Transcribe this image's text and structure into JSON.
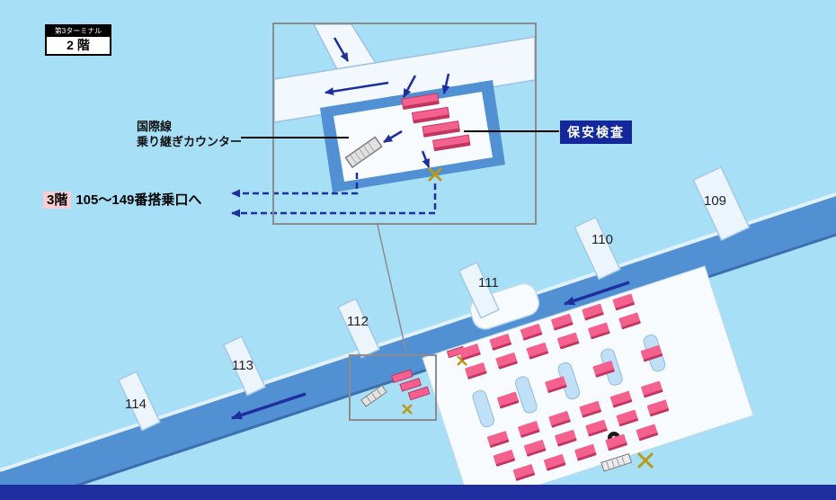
{
  "legend": {
    "terminal_label": "第3ターミナル",
    "floor_label": "2 階"
  },
  "inset": {
    "transfer_counter_label_line1": "国際線",
    "transfer_counter_label_line2": "乗り継ぎカウンター",
    "security_check_label": "保安検査"
  },
  "route_note": {
    "floor_badge": "3階",
    "text": "105〜149番搭乗口へ"
  },
  "gates": [
    {
      "label": "109"
    },
    {
      "label": "110"
    },
    {
      "label": "111"
    },
    {
      "label": "112"
    },
    {
      "label": "113"
    },
    {
      "label": "114"
    }
  ],
  "icons": {
    "escalator": "escalator-icon",
    "closed_gate_x": "closed-x-icon",
    "moving_walkway": "moving-walkway-icon",
    "telephone": "telephone-icon"
  },
  "colors": {
    "background": "#A7DFF7",
    "terminal_blue": "#5090D3",
    "walkway_white": "#F8FBFE",
    "seat_pink": "#F4618F",
    "navy": "#1E2E9E",
    "security_box_bg": "#14289B",
    "floor_badge_bg": "#F9CDD3",
    "closed_x_yellow": "#B89B16",
    "inset_border_gray": "#8C8C8C"
  }
}
